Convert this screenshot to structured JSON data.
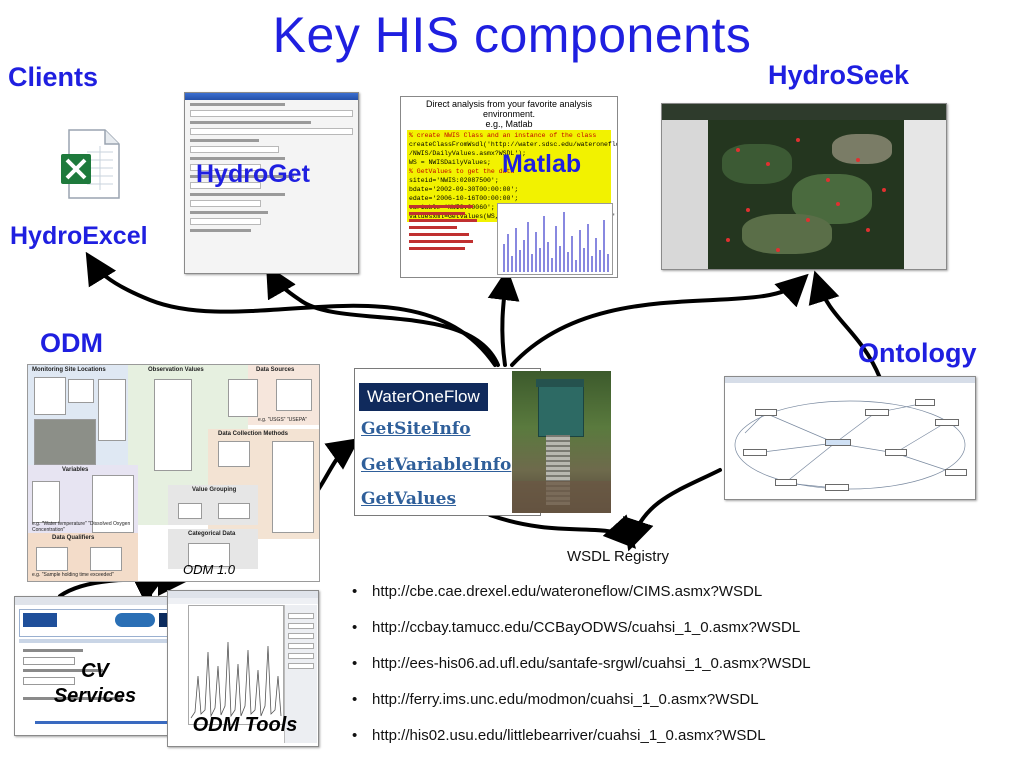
{
  "title": "Key HIS components",
  "labels": {
    "clients": "Clients",
    "hydroexcel": "HydroExcel",
    "hydroget": "HydroGet",
    "matlab": "Matlab",
    "hydroseek": "HydroSeek",
    "odm": "ODM",
    "ontology": "Ontology",
    "odm_version": "ODM 1.0",
    "cv_services": "CV Services",
    "odm_tools": "ODM Tools"
  },
  "matlab_panel": {
    "caption": "Direct analysis from your favorite analysis environment.",
    "subcaption": "e.g., Matlab",
    "code_lines": [
      "% create NWIS Class and an instance of the class",
      "createClassFromWsdl('http://water.sdsc.edu/wateroneflow",
      "/NWIS/DailyValues.asmx?WSDL');",
      "WS = NWISDailyValues;",
      "% GetValues to get the data",
      "siteid='NWIS:02087500';",
      "bdate='2002-09-30T00:00:00';",
      "edate='2006-10-16T00:00:00';",
      "variable='NWIS:00060';",
      "valuesxml=GetValues(WS,siteid,variable,bdate,edate,'');"
    ]
  },
  "wateroneflow": {
    "header": "WaterOneFlow",
    "methods": [
      "GetSiteInfo",
      "GetVariableInfo",
      "GetValues"
    ]
  },
  "wsdl_registry": {
    "title": "WSDL Registry",
    "urls": [
      "http://cbe.cae.drexel.edu/wateroneflow/CIMS.asmx?WSDL",
      "http://ccbay.tamucc.edu/CCBayODWS/cuahsi_1_0.asmx?WSDL",
      "http://ees-his06.ad.ufl.edu/santafe-srgwl/cuahsi_1_0.asmx?WSDL",
      "http://ferry.ims.unc.edu/modmon/cuahsi_1_0.asmx?WSDL",
      "http://his02.usu.edu/littlebearriver/cuahsi_1_0.asmx?WSDL"
    ]
  },
  "odm_diagram": {
    "headers": [
      "Monitoring Site Locations",
      "Observation Values",
      "Data Sources",
      "Data Collection Methods",
      "Variables",
      "Value Grouping",
      "Data Qualifiers",
      "Categorical Data"
    ],
    "notes": [
      "e.g. \"Water temperature\" \"Dissolved Oxygen Concentration\"",
      "e.g. \"Sample holding time exceeded\"",
      "e.g. \"USGS\" \"USEPA\""
    ]
  },
  "colors": {
    "title_blue": "#1f1fe0",
    "arrow": "#000000",
    "wof_header_bg": "#102a5c",
    "wof_link": "#2f5f9a",
    "matlab_code_bg": "#f2f200"
  },
  "icons": [
    "excel-icon"
  ]
}
